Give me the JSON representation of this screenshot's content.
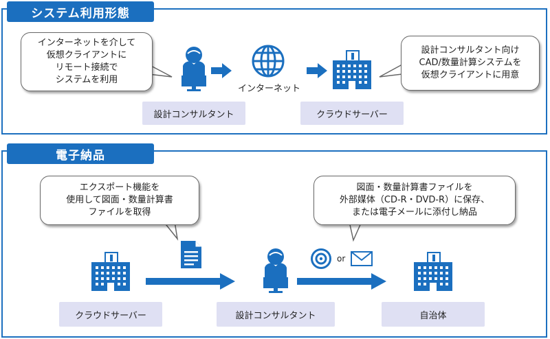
{
  "sections": {
    "system": {
      "title": "システム利用形態",
      "bubble_left": [
        "インターネットを介して",
        "仮想クライアントに",
        "リモート接続で",
        "システムを利用"
      ],
      "internet_label": "インターネット",
      "bubble_right": [
        "設計コンサルタント向け",
        "CAD/数量計算システムを",
        "仮想クライアントに用意"
      ],
      "consultant_label": "設計コンサルタント",
      "server_label": "クラウドサーバー"
    },
    "delivery": {
      "title": "電子納品",
      "bubble_left": [
        "エクスポート機能を",
        "使用して図面・数量計算書",
        "ファイルを取得"
      ],
      "bubble_right": [
        "図面・数量計算書ファイルを",
        "外部媒体（CD-R・DVD-R）に保存、",
        "または電子メールに添付し納品"
      ],
      "or_text": "or",
      "server_label": "クラウドサーバー",
      "consultant_label": "設計コンサルタント",
      "municipality_label": "自治体"
    }
  },
  "colors": {
    "accent": "#1b6fbf",
    "label_bg": "#dfe0f3"
  }
}
